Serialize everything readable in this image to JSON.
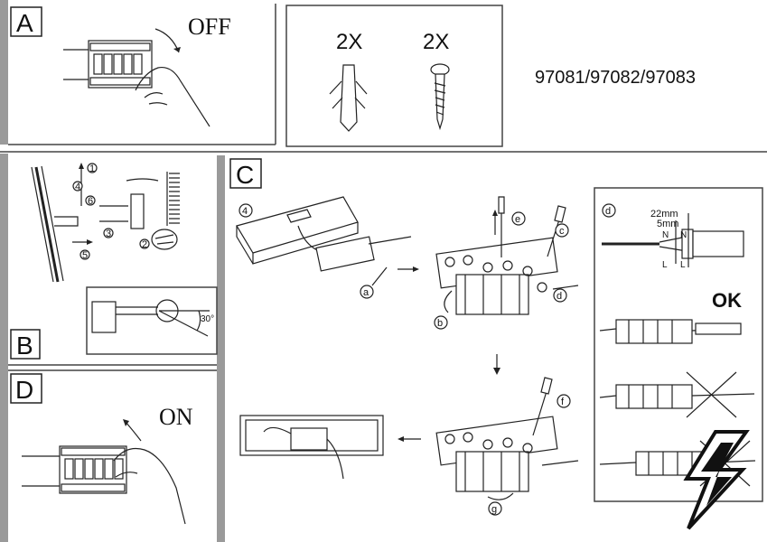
{
  "panel_a": {
    "letter": "A",
    "switch_label": "OFF"
  },
  "parts": {
    "anchor_qty": "2X",
    "screw_qty": "2X",
    "model_numbers": "97081/97082/97083"
  },
  "panel_b": {
    "letter": "B",
    "steps": [
      "1",
      "2",
      "3",
      "4",
      "5",
      "6"
    ],
    "angle_label": "30°"
  },
  "panel_c": {
    "letter": "C",
    "step_number": "4",
    "callouts": [
      "a",
      "b",
      "c",
      "d",
      "e",
      "f",
      "g"
    ]
  },
  "panel_d": {
    "letter": "D",
    "switch_label": "ON"
  },
  "wire_detail": {
    "callout": "d",
    "strip_outer": "22mm",
    "strip_inner": "5mm",
    "terminal_top": "N",
    "terminal_bottom": "L",
    "ok_label": "OK"
  }
}
